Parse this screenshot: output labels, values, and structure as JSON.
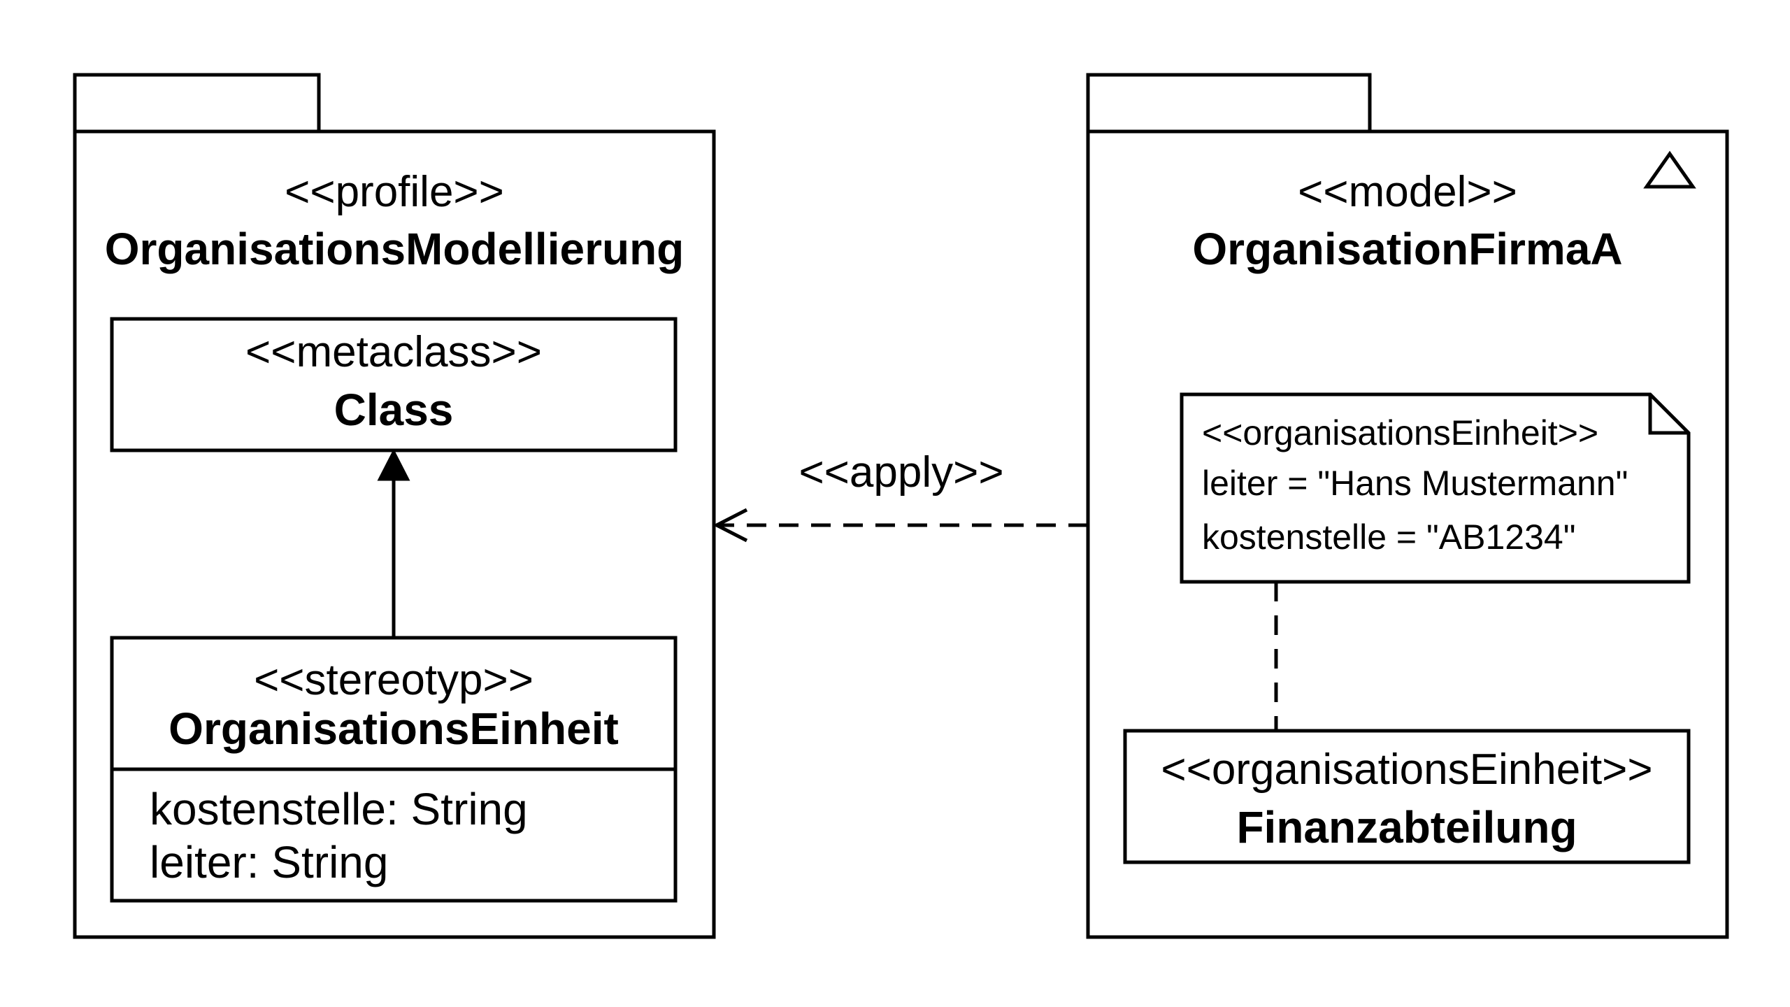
{
  "profile_package": {
    "stereotype": "<<profile>>",
    "name": "OrganisationsModellierung",
    "metaclass": {
      "stereotype": "<<metaclass>>",
      "name": "Class"
    },
    "stereotype_class": {
      "stereotype": "<<stereotyp>>",
      "name": "OrganisationsEinheit",
      "attributes": [
        "kostenstelle: String",
        "leiter: String"
      ]
    }
  },
  "model_package": {
    "stereotype": "<<model>>",
    "name": "OrganisationFirmaA",
    "model_icon": "triangle-icon",
    "note": {
      "lines": [
        "<<organisationsEinheit>>",
        "leiter = \"Hans Mustermann\"",
        "kostenstelle = \"AB1234\""
      ]
    },
    "element": {
      "stereotype": "<<organisationsEinheit>>",
      "name": "Finanzabteilung"
    }
  },
  "apply_relation": {
    "label": "<<apply>>"
  }
}
